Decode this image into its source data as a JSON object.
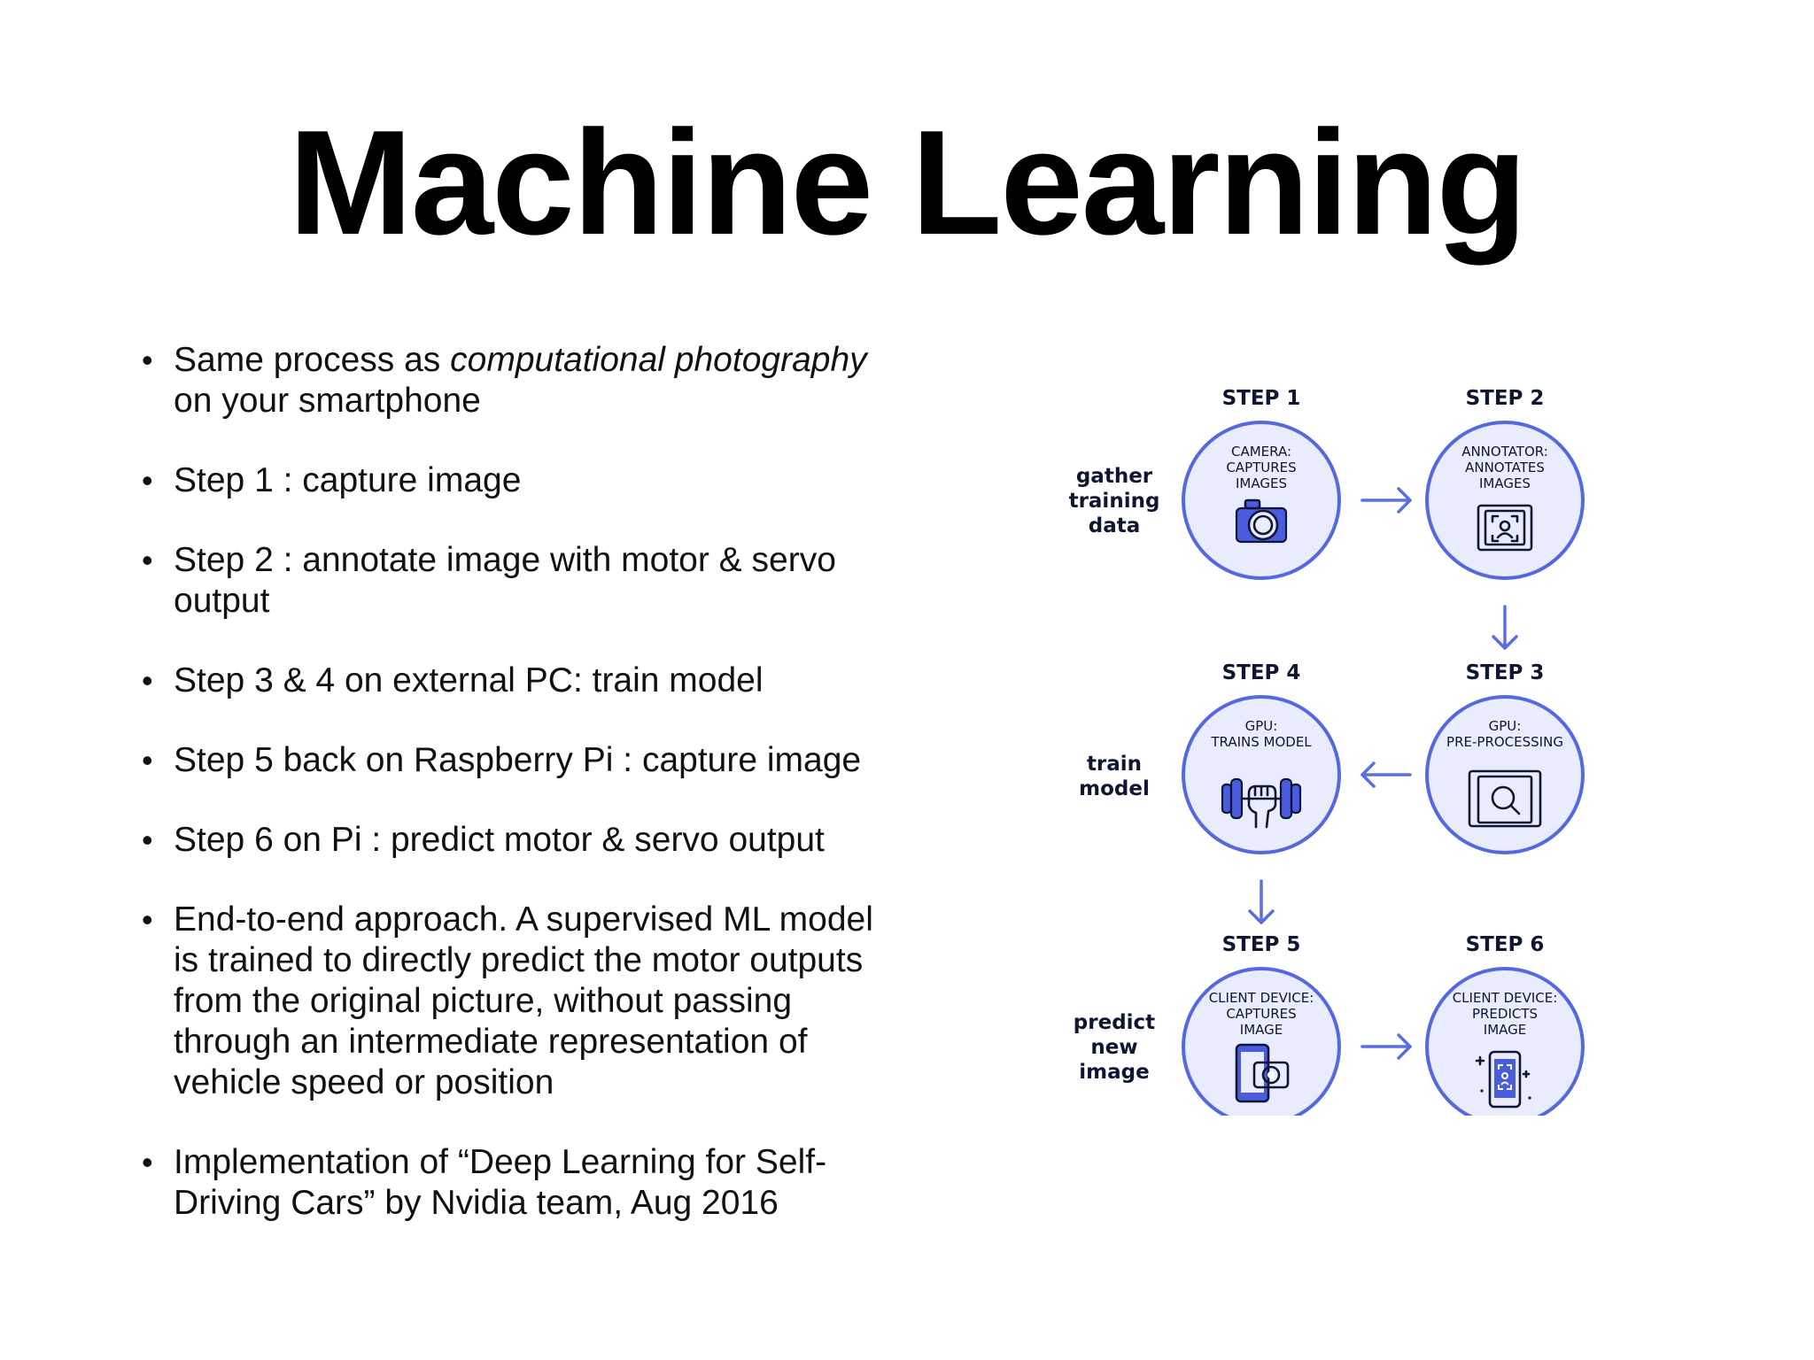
{
  "title": "Machine Learning",
  "bullets": [
    {
      "parts": [
        {
          "text": "Same process as "
        },
        {
          "text": "computational photography",
          "italic": true
        },
        {
          "text": " on your smartphone"
        }
      ]
    },
    {
      "parts": [
        {
          "text": "Step 1 : capture image"
        }
      ]
    },
    {
      "parts": [
        {
          "text": "Step 2 : annotate image with motor & servo output"
        }
      ]
    },
    {
      "parts": [
        {
          "text": "Step 3 & 4 on external PC: train model"
        }
      ]
    },
    {
      "parts": [
        {
          "text": "Step 5 back on Raspberry Pi : capture image"
        }
      ]
    },
    {
      "parts": [
        {
          "text": "Step 6 on Pi : predict motor & servo output"
        }
      ]
    },
    {
      "parts": [
        {
          "text": "End-to-end approach. A supervised ML model is trained to directly predict the motor outputs from the original picture, without passing through an intermediate representation of vehicle speed or position"
        }
      ]
    },
    {
      "parts": [
        {
          "text": "Implementation of “Deep Learning  for Self-Driving Cars” by Nvidia team, Aug 2016"
        }
      ]
    }
  ],
  "diagram": {
    "row_labels": [
      [
        "gather",
        "training",
        "data"
      ],
      [
        "train",
        "model"
      ],
      [
        "predict",
        "new",
        "image"
      ]
    ],
    "steps": [
      {
        "title": "STEP 1",
        "lines": [
          "CAMERA:",
          "CAPTURES",
          "IMAGES"
        ],
        "icon": "camera-icon"
      },
      {
        "title": "STEP 2",
        "lines": [
          "ANNOTATOR:",
          "ANNOTATES",
          "IMAGES"
        ],
        "icon": "annotate-frame-icon"
      },
      {
        "title": "STEP 3",
        "lines": [
          "GPU:",
          "PRE-PROCESSING"
        ],
        "icon": "magnifier-frame-icon"
      },
      {
        "title": "STEP 4",
        "lines": [
          "GPU:",
          "TRAINS MODEL"
        ],
        "icon": "dumbbell-icon"
      },
      {
        "title": "STEP 5",
        "lines": [
          "CLIENT DEVICE:",
          "CAPTURES",
          "IMAGE"
        ],
        "icon": "phone-camera-icon"
      },
      {
        "title": "STEP 6",
        "lines": [
          "CLIENT DEVICE:",
          "PREDICTS",
          "IMAGE"
        ],
        "icon": "phone-scan-icon"
      }
    ],
    "colors": {
      "circle_fill": "#e9ecfd",
      "circle_stroke": "#5468e0",
      "arrow": "#5a6ee4",
      "icon_accent": "#4a5de0"
    }
  }
}
